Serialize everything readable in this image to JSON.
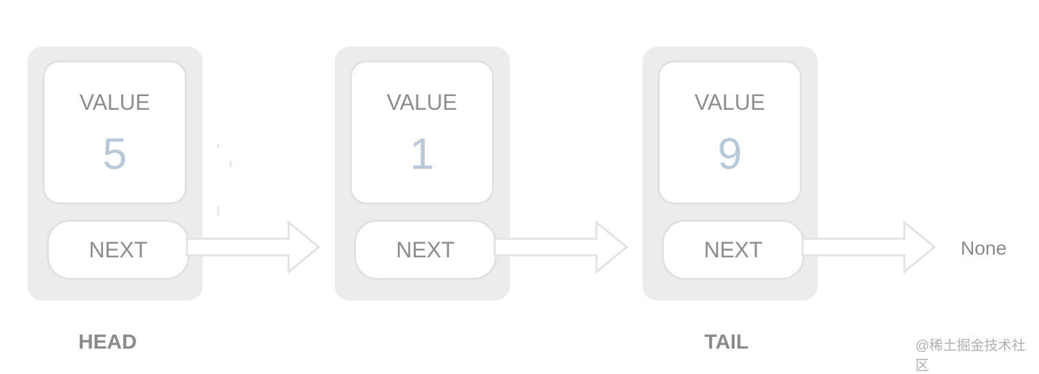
{
  "nodes": [
    {
      "value_label": "VALUE",
      "value": "5",
      "next_label": "NEXT"
    },
    {
      "value_label": "VALUE",
      "value": "1",
      "next_label": "NEXT"
    },
    {
      "value_label": "VALUE",
      "value": "9",
      "next_label": "NEXT"
    }
  ],
  "terminal": "None",
  "captions": {
    "head": "HEAD",
    "tail": "TAIL"
  },
  "watermark": "@稀土掘金技术社区",
  "colors": {
    "node_bg": "#ececec",
    "box_border": "#e1e1e1",
    "label": "#8d8d8d",
    "value": "#b9c9d8",
    "arrow_stroke": "#e3e3e3"
  }
}
